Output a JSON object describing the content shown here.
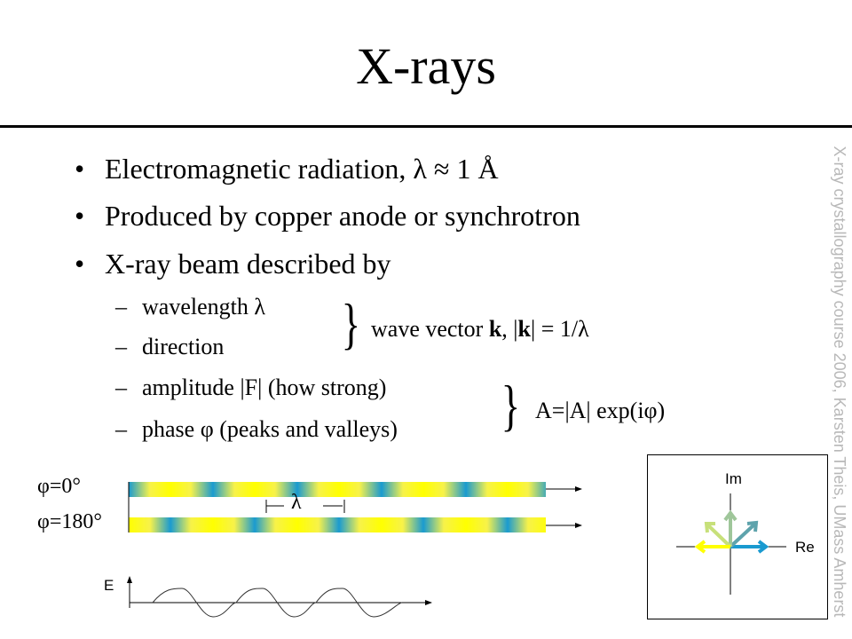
{
  "title": "X-rays",
  "bullets": [
    "Electromagnetic radiation, λ ≈ 1 Å",
    "Produced by copper anode or synchrotron",
    "X-ray beam described by"
  ],
  "sub_bullets": [
    "wavelength λ",
    "direction",
    "amplitude |F| (how strong)",
    "phase φ (peaks and valleys)"
  ],
  "bullet_glyph": "•",
  "dash_glyph": "–",
  "notes": {
    "wave_vector_pre": "wave vector ",
    "wave_vector_k": "k",
    "wave_vector_mid": ", |",
    "wave_vector_k2": "k",
    "wave_vector_post": "| = 1/λ",
    "amplitude_formula": "A=|A| exp(iφ)",
    "brace": "}"
  },
  "figure": {
    "phase0_label": "φ=0°",
    "phase180_label": "φ=180°",
    "lambda_label": "λ",
    "e_axis_label": "E",
    "im_label": "Im",
    "re_label": "Re",
    "colors": {
      "blue": "#1a9ad0",
      "yellow": "#ffff00"
    }
  },
  "side_credit": "X-ray crystallography course 2006, Karsten Theis, UMass Amherst"
}
